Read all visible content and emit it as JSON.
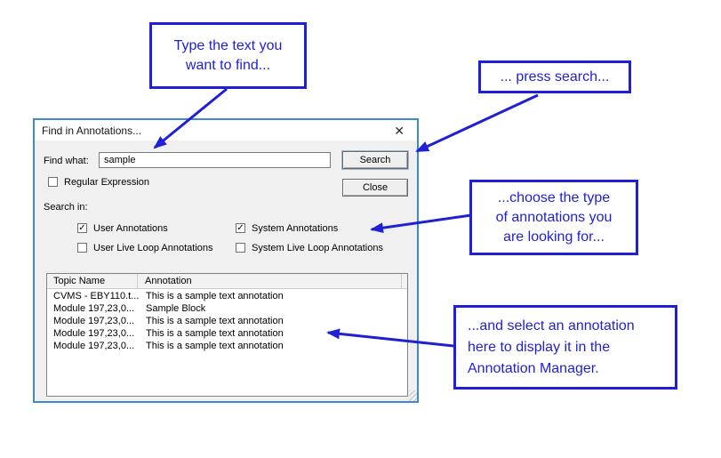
{
  "window": {
    "title": "Find in Annotations..."
  },
  "icons": {
    "close": "✕",
    "check": "✓"
  },
  "form": {
    "find_what_label": "Find what:",
    "find_what_value": "sample",
    "search_button": "Search",
    "close_button": "Close",
    "regular_expression": {
      "label": "Regular Expression",
      "checked": false
    },
    "search_in_label": "Search in:",
    "checkboxes": [
      {
        "label": "User Annotations",
        "checked": true
      },
      {
        "label": "System Annotations",
        "checked": true
      },
      {
        "label": "User Live Loop Annotations",
        "checked": false
      },
      {
        "label": "System Live Loop Annotations",
        "checked": false
      }
    ]
  },
  "results": {
    "columns": [
      "Topic Name",
      "Annotation"
    ],
    "rows": [
      [
        "CVMS - EBY110.t...",
        "This is a sample text annotation"
      ],
      [
        "Module 197,23,0...",
        "Sample Block"
      ],
      [
        "Module 197,23,0...",
        "This is a sample text annotation"
      ],
      [
        "Module 197,23,0...",
        "This is a sample text annotation"
      ],
      [
        "Module 197,23,0...",
        "This is a sample text annotation"
      ]
    ]
  },
  "callouts": [
    {
      "text": "Type the text you\nwant to find..."
    },
    {
      "text": "... press search..."
    },
    {
      "text": "...choose the type\nof annotations you\nare looking for..."
    },
    {
      "text": "...and select an annotation\nhere to display it in the\nAnnotation Manager."
    }
  ],
  "colors": {
    "callout_blue": "#1f1fd6",
    "dialog_border_blue": "#3f8ac9",
    "dialog_face": "#f0f0f0",
    "titlebar_bg": "#ffffff"
  }
}
